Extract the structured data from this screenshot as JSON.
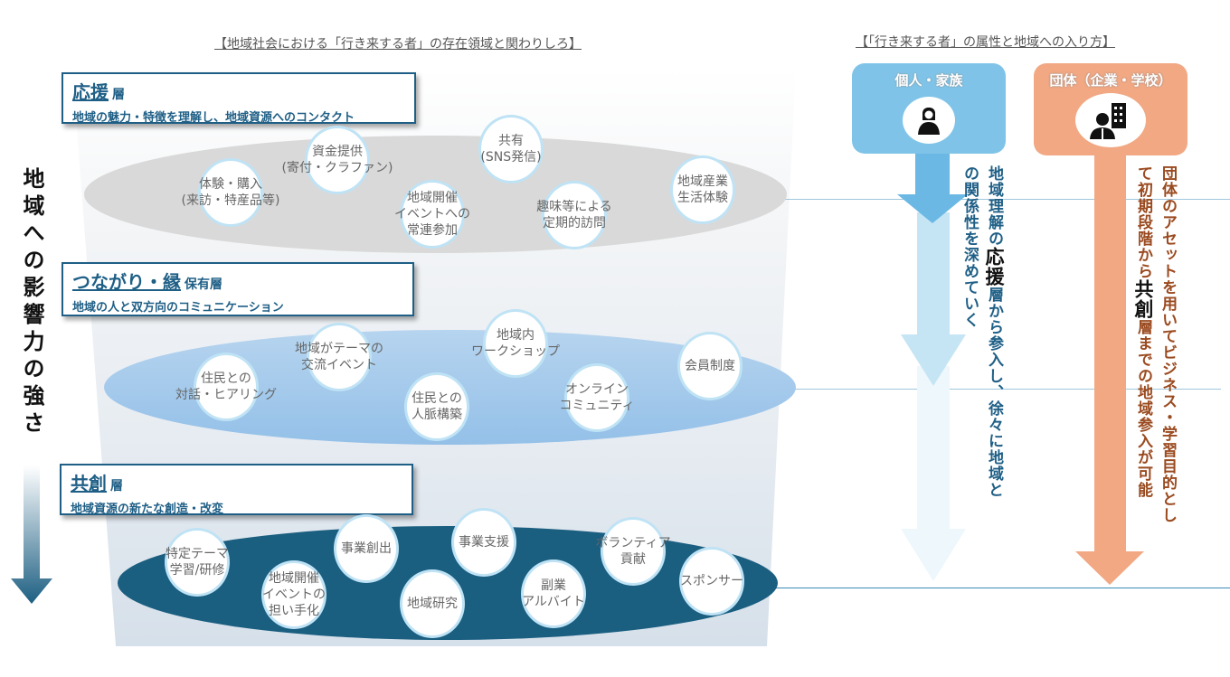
{
  "left_title": "【地域社会における「行き来する者」の存在領域と関わりしろ】",
  "right_title": "【「行き来する者」の属性と地域への入り方】",
  "axis_label": "地域への影響力の強さ",
  "layers": [
    {
      "title": "応援",
      "suffix": "層",
      "subtitle": "地域の魅力・特徴を理解し、地域資源へのコンタクト",
      "items": [
        "資金提供\n(寄付・クラファン)",
        "体験・購入\n(来訪・特産品等)",
        "共有\n(SNS発信)",
        "地域開催\nイベントへの\n常連参加",
        "趣味等による\n定期的訪問",
        "地域産業\n生活体験"
      ]
    },
    {
      "title": "つながり・縁",
      "suffix": "保有層",
      "subtitle": "地域の人と双方向のコミュニケーション",
      "items": [
        "地域がテーマの\n交流イベント",
        "地域内\nワークショップ",
        "住民との\n対話・ヒアリング",
        "住民との\n人脈構築",
        "オンライン\nコミュニティ",
        "会員制度"
      ]
    },
    {
      "title": "共創",
      "suffix": "層",
      "subtitle": "地域資源の新たな創造・改変",
      "items": [
        "特定テーマ\n学習/研修",
        "地域開催\nイベントの\n担い手化",
        "事業創出",
        "事業支援",
        "地域研究",
        "副業\nアルバイト",
        "ボランティア\n貢献",
        "スポンサー"
      ]
    }
  ],
  "attributes": [
    {
      "title": "個人・家族",
      "icon": "person-icon",
      "color": "#7fc4e8",
      "desc_pre": "地域理解の",
      "desc_emph": "応援",
      "desc_post": "層から参入し、徐々に地域と",
      "desc_line2": "の関係性を深めていく"
    },
    {
      "title": "団体（企業・学校）",
      "icon": "businessperson-building-icon",
      "color": "#f1a883",
      "desc_line1": "団体のアセットを用いてビジネス・学習目的とし",
      "desc_pre": "て初期段階から",
      "desc_emph": "共創",
      "desc_post": "層までの地域参入が可能"
    }
  ],
  "colors": {
    "layer1": "#d9d9d9",
    "layer2": "#9ec6ea",
    "layer3": "#1a5e80",
    "text_blue": "#1f5f86",
    "text_orange": "#9a4a1f"
  }
}
